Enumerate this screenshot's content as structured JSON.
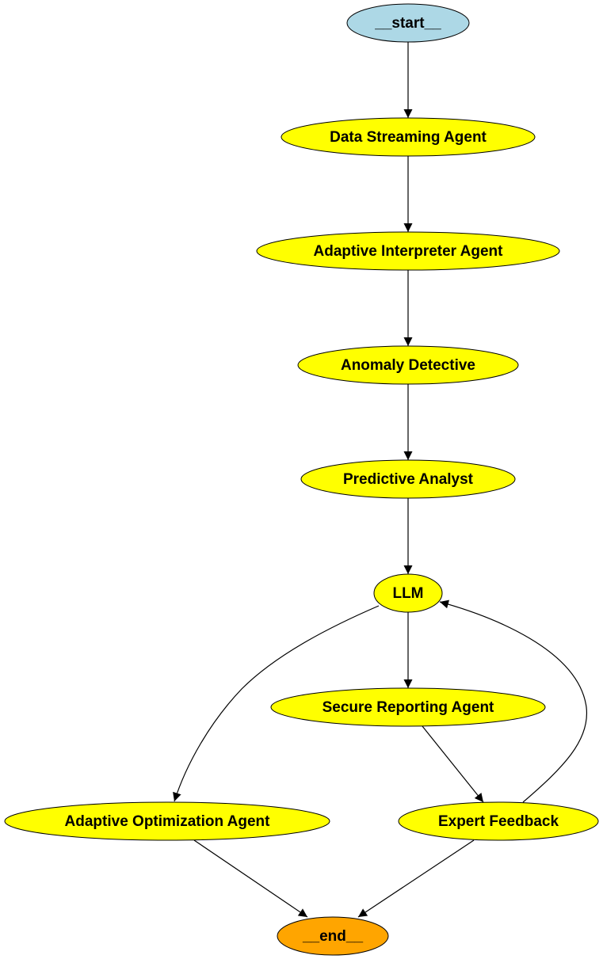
{
  "graph": {
    "nodes": [
      {
        "id": "start",
        "label": "__start__",
        "fill": "#add8e6"
      },
      {
        "id": "data_streaming",
        "label": "Data Streaming Agent",
        "fill": "#ffff00"
      },
      {
        "id": "adaptive_interpreter",
        "label": "Adaptive Interpreter Agent",
        "fill": "#ffff00"
      },
      {
        "id": "anomaly",
        "label": "Anomaly Detective",
        "fill": "#ffff00"
      },
      {
        "id": "predictive",
        "label": "Predictive Analyst",
        "fill": "#ffff00"
      },
      {
        "id": "llm",
        "label": "LLM",
        "fill": "#ffff00"
      },
      {
        "id": "secure_reporting",
        "label": "Secure Reporting Agent",
        "fill": "#ffff00"
      },
      {
        "id": "adaptive_optimization",
        "label": "Adaptive Optimization Agent",
        "fill": "#ffff00"
      },
      {
        "id": "expert_feedback",
        "label": "Expert Feedback",
        "fill": "#ffff00"
      },
      {
        "id": "end",
        "label": "__end__",
        "fill": "#ffa500"
      }
    ],
    "edges": [
      {
        "from": "start",
        "to": "data_streaming"
      },
      {
        "from": "data_streaming",
        "to": "adaptive_interpreter"
      },
      {
        "from": "adaptive_interpreter",
        "to": "anomaly"
      },
      {
        "from": "anomaly",
        "to": "predictive"
      },
      {
        "from": "predictive",
        "to": "llm"
      },
      {
        "from": "llm",
        "to": "secure_reporting"
      },
      {
        "from": "llm",
        "to": "adaptive_optimization"
      },
      {
        "from": "secure_reporting",
        "to": "expert_feedback"
      },
      {
        "from": "expert_feedback",
        "to": "llm"
      },
      {
        "from": "adaptive_optimization",
        "to": "end"
      },
      {
        "from": "expert_feedback",
        "to": "end"
      }
    ]
  }
}
